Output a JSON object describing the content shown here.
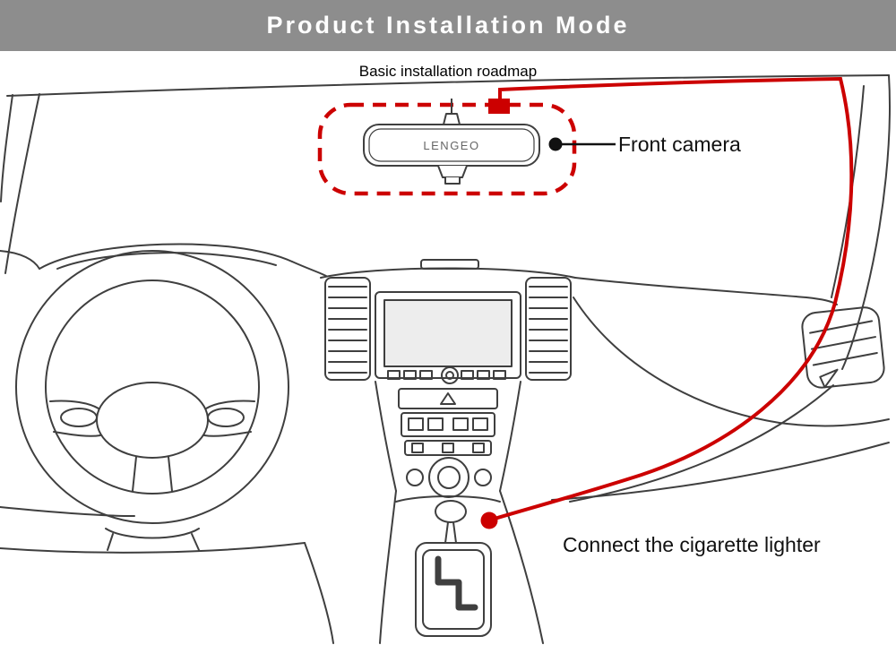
{
  "header": {
    "title": "Product Installation Mode"
  },
  "diagram": {
    "subtitle": "Basic installation roadmap",
    "mirror_brand": "LENGEO",
    "labels": {
      "front_camera": "Front camera",
      "cigarette_lighter": "Connect the cigarette lighter"
    },
    "colors": {
      "header_bg": "#8d8d8d",
      "accent_red": "#cc0000",
      "sketch_line": "#3f3f3f"
    }
  }
}
